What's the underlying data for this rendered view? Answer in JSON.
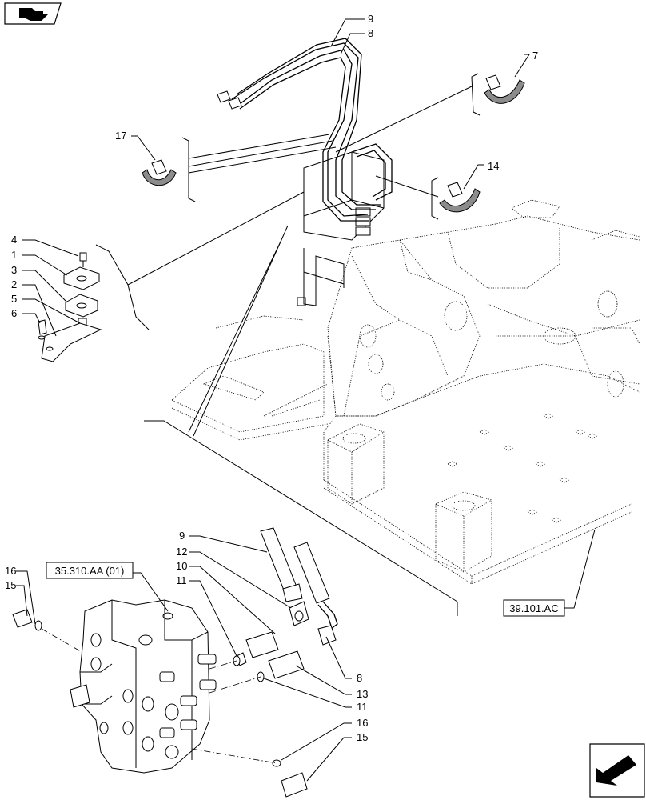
{
  "callouts": {
    "c9a": "9",
    "c8a": "8",
    "c7": "7",
    "c17": "17",
    "c14": "14",
    "c4": "4",
    "c1": "1",
    "c3": "3",
    "c2": "2",
    "c5": "5",
    "c6": "6",
    "c9b": "9",
    "c12": "12",
    "c10": "10",
    "c11a": "11",
    "c16a": "16",
    "c15a": "15",
    "c8b": "8",
    "c13": "13",
    "c11b": "11",
    "c16b": "16",
    "c15b": "15"
  },
  "refs": {
    "control_valve": "35.310.AA (01)",
    "frame": "39.101.AC"
  },
  "icons": {
    "top_left": "view-orientation-icon",
    "bottom_right": "navigation-arrow-icon"
  }
}
